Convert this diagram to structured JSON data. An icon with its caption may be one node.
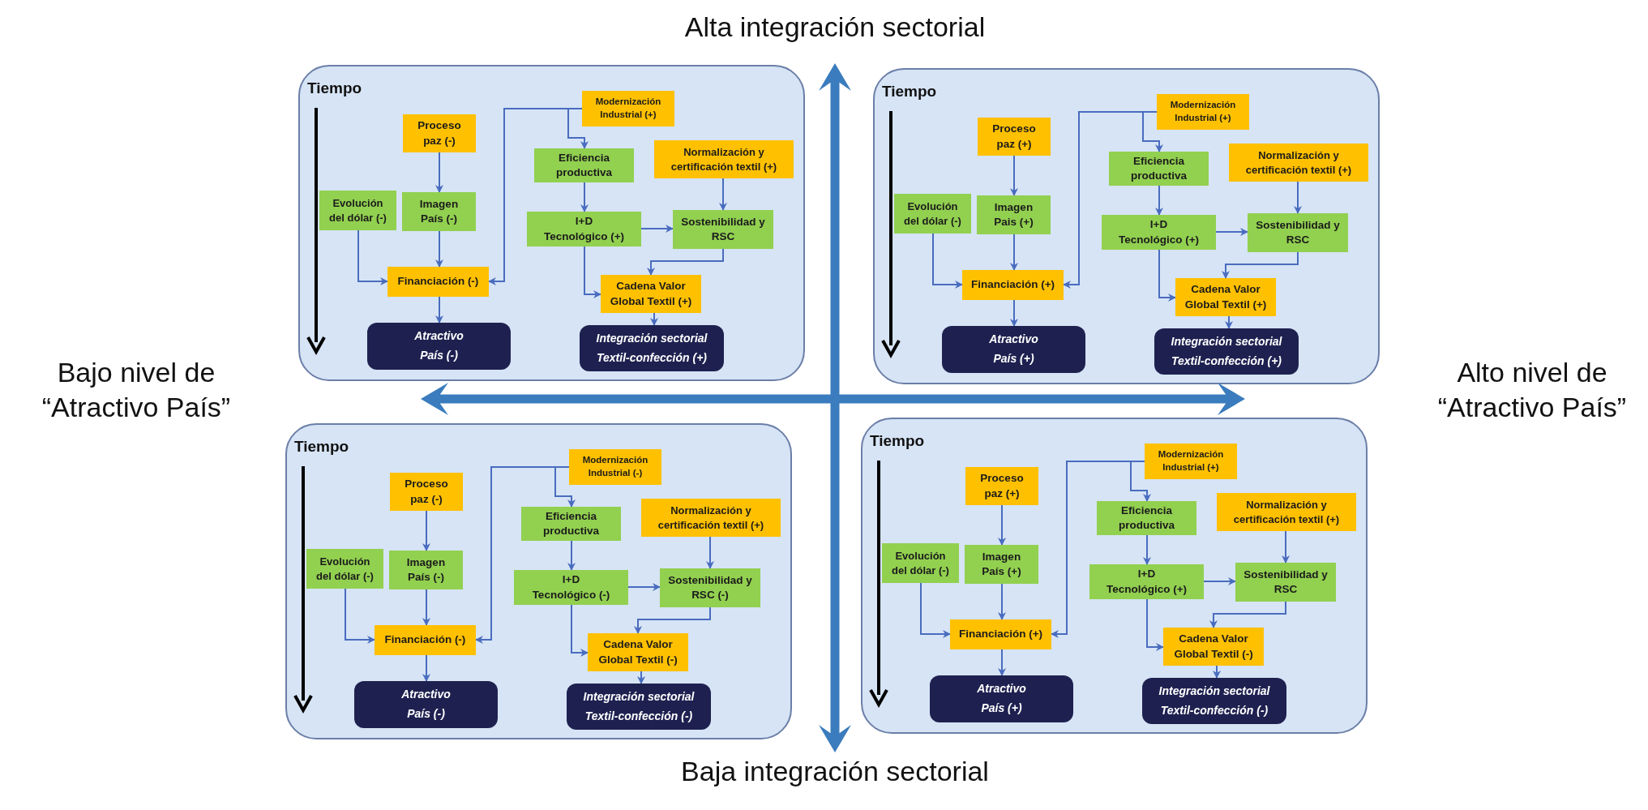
{
  "diagram": {
    "nodes": [
      {
        "text": [
          "Tiempo"
        ]
      },
      {
        "text": [
          "Modernización Industrial (+)"
        ],
        "in": 0
      },
      {
        "text": [
          "Proceso paz (-)"
        ],
        "in": 0
      },
      {
        "text": [
          "Eficiencia productiva"
        ],
        "in": 0
      },
      {
        "text": [
          "Normalización y certificación textil (+)"
        ],
        "in": 0
      },
      {
        "text": [
          "Evolución del dólar (-)"
        ],
        "in": 0
      },
      {
        "text": [
          "Imagen País (-)"
        ],
        "in": 0
      },
      {
        "text": [
          "I+D Tecnológico (+)"
        ],
        "in": 0
      },
      {
        "text": [
          "Sostenibilidad y RSC"
        ],
        "in": 0
      },
      {
        "text": [
          "Financiación (-)"
        ],
        "in": 0
      },
      {
        "text": [
          "Cadena Valor Global Textil (+)"
        ],
        "in": 0
      },
      {
        "text": [
          "Atractivo País (-)"
        ],
        "in": 0
      },
      {
        "text": [
          "Integración sectorial Textil-confección (+)"
        ],
        "in": 0
      },
      {
        "text": [
          "Tiempo"
        ]
      },
      {
        "text": [
          "Modernización Industrial (+)"
        ],
        "in": 13
      },
      {
        "text": [
          "Proceso paz (+)"
        ],
        "in": 13
      },
      {
        "text": [
          "Eficiencia productiva"
        ],
        "in": 13
      },
      {
        "text": [
          "Normalización y certificación textil (+)"
        ],
        "in": 13
      },
      {
        "text": [
          "Evolución del dólar (-)"
        ],
        "in": 13
      },
      {
        "text": [
          "Imagen Pais (+)"
        ],
        "in": 13
      },
      {
        "text": [
          "I+D Tecnológico (+)"
        ],
        "in": 13
      },
      {
        "text": [
          "Sostenibilidad y RSC"
        ],
        "in": 13
      },
      {
        "text": [
          "Financiación (+)"
        ],
        "in": 13
      },
      {
        "text": [
          "Cadena Valor Global Textil (+)"
        ],
        "in": 13
      },
      {
        "text": [
          "Atractivo País (+)"
        ],
        "in": 13
      },
      {
        "text": [
          "Integración sectorial Textil-confección (+)"
        ],
        "in": 13
      },
      {
        "text": [
          "Tiempo"
        ]
      },
      {
        "text": [
          "Modernización Industrial (-)"
        ],
        "in": 26
      },
      {
        "text": [
          "Proceso paz (-)"
        ],
        "in": 26
      },
      {
        "text": [
          "Eficiencia productiva"
        ],
        "in": 26
      },
      {
        "text": [
          "Normalización y certificación textil (+)"
        ],
        "in": 26
      },
      {
        "text": [
          "Evolución del dólar (-)"
        ],
        "in": 26
      },
      {
        "text": [
          "Imagen País (-)"
        ],
        "in": 26
      },
      {
        "text": [
          "I+D Tecnológico (-)"
        ],
        "in": 26
      },
      {
        "text": [
          "Sostenibilidad y RSC (-)"
        ],
        "in": 26
      },
      {
        "text": [
          "Financiación (-)"
        ],
        "in": 26
      },
      {
        "text": [
          "Cadena Valor Global Textil (-)"
        ],
        "in": 26
      },
      {
        "text": [
          "Atractivo País (-)"
        ],
        "in": 26
      },
      {
        "text": [
          "Integración sectorial Textil-confección (-)"
        ],
        "in": 26
      },
      {
        "text": [
          "Tiempo"
        ]
      },
      {
        "text": [
          "Modernización Industrial (+)"
        ],
        "in": 39
      },
      {
        "text": [
          "Proceso paz (+)"
        ],
        "in": 39
      },
      {
        "text": [
          "Eficiencia productiva"
        ],
        "in": 39
      },
      {
        "text": [
          "Normalización y certificación textil (+)"
        ],
        "in": 39
      },
      {
        "text": [
          "Evolución del dólar (-)"
        ],
        "in": 39
      },
      {
        "text": [
          "Imagen País (+)"
        ],
        "in": 39
      },
      {
        "text": [
          "I+D Tecnológico (+)"
        ],
        "in": 39
      },
      {
        "text": [
          "Sostenibilidad y RSC"
        ],
        "in": 39
      },
      {
        "text": [
          "Financiación (+)"
        ],
        "in": 39
      },
      {
        "text": [
          "Cadena Valor Global Textil (-)"
        ],
        "in": 39
      },
      {
        "text": [
          "Atractivo País (+)"
        ],
        "in": 39
      },
      {
        "text": [
          "Integración sectorial Textil-confección (-)"
        ],
        "in": 39
      }
    ],
    "edges": [
      {
        "from": 1,
        "to": 9,
        "arrow": "to"
      },
      {
        "from": 1,
        "to": 3,
        "arrow": "to"
      },
      {
        "from": 2,
        "to": 6,
        "arrow": "to"
      },
      {
        "from": 3,
        "to": 7,
        "arrow": "to"
      },
      {
        "from": 4,
        "to": 8,
        "arrow": "to"
      },
      {
        "from": 5,
        "to": 9,
        "arrow": "to"
      },
      {
        "from": 6,
        "to": 9,
        "arrow": "to"
      },
      {
        "from": 7,
        "to": 8,
        "arrow": "to"
      },
      {
        "from": 7,
        "to": 10,
        "arrow": "to"
      },
      {
        "from": 8,
        "to": 10,
        "arrow": "to"
      },
      {
        "from": 9,
        "to": 11,
        "arrow": "to"
      },
      {
        "from": 10,
        "to": 12,
        "arrow": "to"
      },
      {
        "from": 14,
        "to": 22,
        "arrow": "to"
      },
      {
        "from": 14,
        "to": 16,
        "arrow": "to"
      },
      {
        "from": 15,
        "to": 19,
        "arrow": "to"
      },
      {
        "from": 16,
        "to": 20,
        "arrow": "to"
      },
      {
        "from": 17,
        "to": 21,
        "arrow": "to"
      },
      {
        "from": 18,
        "to": 22,
        "arrow": "to"
      },
      {
        "from": 19,
        "to": 22,
        "arrow": "to"
      },
      {
        "from": 20,
        "to": 21,
        "arrow": "to"
      },
      {
        "from": 20,
        "to": 23,
        "arrow": "to"
      },
      {
        "from": 21,
        "to": 23,
        "arrow": "to"
      },
      {
        "from": 22,
        "to": 24,
        "arrow": "to"
      },
      {
        "from": 23,
        "to": 25,
        "arrow": "to"
      },
      {
        "from": 27,
        "to": 35,
        "arrow": "to"
      },
      {
        "from": 27,
        "to": 29,
        "arrow": "to"
      },
      {
        "from": 28,
        "to": 32,
        "arrow": "to"
      },
      {
        "from": 29,
        "to": 33,
        "arrow": "to"
      },
      {
        "from": 30,
        "to": 34,
        "arrow": "to"
      },
      {
        "from": 31,
        "to": 35,
        "arrow": "to"
      },
      {
        "from": 32,
        "to": 35,
        "arrow": "to"
      },
      {
        "from": 33,
        "to": 34,
        "arrow": "to"
      },
      {
        "from": 33,
        "to": 36,
        "arrow": "to"
      },
      {
        "from": 34,
        "to": 36,
        "arrow": "to"
      },
      {
        "from": 35,
        "to": 37,
        "arrow": "to"
      },
      {
        "from": 36,
        "to": 38,
        "arrow": "to"
      },
      {
        "from": 40,
        "to": 48,
        "arrow": "to"
      },
      {
        "from": 40,
        "to": 42,
        "arrow": "to"
      },
      {
        "from": 41,
        "to": 45,
        "arrow": "to"
      },
      {
        "from": 42,
        "to": 46,
        "arrow": "to"
      },
      {
        "from": 43,
        "to": 47,
        "arrow": "to"
      },
      {
        "from": 44,
        "to": 48,
        "arrow": "to"
      },
      {
        "from": 45,
        "to": 48,
        "arrow": "to"
      },
      {
        "from": 46,
        "to": 47,
        "arrow": "to"
      },
      {
        "from": 46,
        "to": 49,
        "arrow": "to"
      },
      {
        "from": 47,
        "to": 49,
        "arrow": "to"
      },
      {
        "from": 48,
        "to": 50,
        "arrow": "to"
      },
      {
        "from": 49,
        "to": 51,
        "arrow": "to"
      }
    ],
    "labels": [
      "Alta integración sectorial",
      "Bajo nivel de “Atractivo País”",
      "Alto nivel de “Atractivo País”",
      "Baja integración sectorial"
    ]
  }
}
